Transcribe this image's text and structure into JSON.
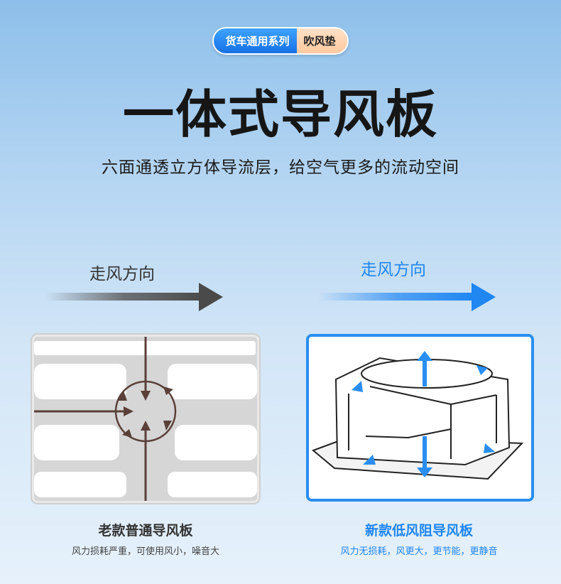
{
  "tags": {
    "series": "货车通用系列",
    "product": "吹风垫"
  },
  "title": "一体式导风板",
  "subtitle": "六面通透立方体导流层，给空气更多的流动空间",
  "left": {
    "direction_label": "走风方向",
    "caption_title": "老款普通导风板",
    "caption_sub": "风力损耗严重，可使用风小，噪音大"
  },
  "right": {
    "direction_label": "走风方向",
    "caption_title": "新款低风阻导风板",
    "caption_sub": "风力无损耗，风更大，更节能，更静音"
  },
  "colors": {
    "accent_blue": "#1f86f2",
    "dark_arrow": "#4a4a4a",
    "brown_arrow": "#5a4038",
    "orange_tag": "#ffc9a0"
  },
  "icons": [
    "arrow-right-icon",
    "airflow-arrow-icon"
  ]
}
